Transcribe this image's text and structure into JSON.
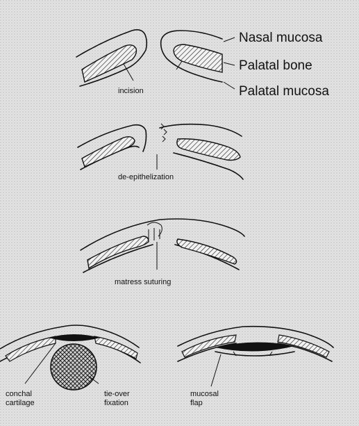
{
  "legend": {
    "nasal_mucosa": "Nasal mucosa",
    "palatal_bone": "Palatal bone",
    "palatal_mucosa": "Palatal mucosa"
  },
  "steps": {
    "incision": "incision",
    "de_epithelization": "de-epithelization",
    "matress_suturing": "matress suturing"
  },
  "bottom_left": {
    "conchal_line1": "conchal",
    "conchal_line2": "cartilage",
    "tie_line1": "tie-over",
    "tie_line2": "fixation"
  },
  "bottom_right": {
    "flap_line1": "mucosal",
    "flap_line2": "flap"
  }
}
